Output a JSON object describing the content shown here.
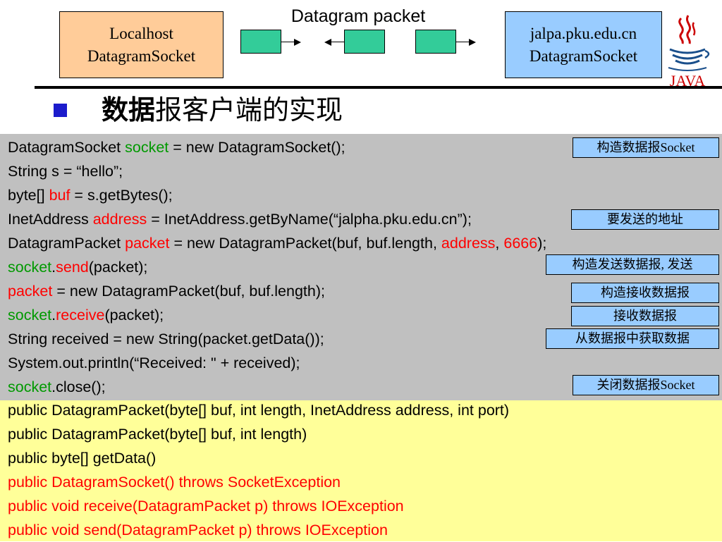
{
  "diagram": {
    "packet_label": "Datagram packet",
    "left_box": {
      "line1": "Localhost",
      "line2": "DatagramSocket",
      "color": "#ffcc99"
    },
    "right_box": {
      "line1": "jalpa.pku.edu.cn",
      "line2": "DatagramSocket",
      "color": "#99ccff"
    },
    "packet_color": "#33cc99"
  },
  "logo": {
    "text": "JAVA"
  },
  "slide": {
    "title_bold": "数据",
    "title_rest": "报客户端的实现",
    "bullet_color": "#1c1ccc"
  },
  "code": [
    {
      "segments": [
        {
          "t": "DatagramSocket ",
          "c": ""
        },
        {
          "t": "socket",
          "c": "g"
        },
        {
          "t": " = new DatagramSocket();",
          "c": ""
        }
      ]
    },
    {
      "segments": [
        {
          "t": "String s = “hello”;",
          "c": ""
        }
      ]
    },
    {
      "segments": [
        {
          "t": "byte[] ",
          "c": ""
        },
        {
          "t": "buf",
          "c": "r"
        },
        {
          "t": " = s.getBytes();",
          "c": ""
        }
      ]
    },
    {
      "segments": [
        {
          "t": "InetAddress ",
          "c": ""
        },
        {
          "t": "address",
          "c": "r"
        },
        {
          "t": " = InetAddress.getByName(“jalpha.pku.edu.cn”);",
          "c": ""
        }
      ]
    },
    {
      "segments": [
        {
          "t": "DatagramPacket ",
          "c": ""
        },
        {
          "t": "packet",
          "c": "r"
        },
        {
          "t": " = new DatagramPacket(buf, buf.length, ",
          "c": ""
        },
        {
          "t": "address",
          "c": "r"
        },
        {
          "t": ", ",
          "c": ""
        },
        {
          "t": "6666",
          "c": "r"
        },
        {
          "t": ");",
          "c": ""
        }
      ]
    },
    {
      "segments": [
        {
          "t": "socket",
          "c": "g"
        },
        {
          "t": ".",
          "c": ""
        },
        {
          "t": "send",
          "c": "r"
        },
        {
          "t": "(packet);",
          "c": ""
        }
      ]
    },
    {
      "segments": [
        {
          "t": "packet",
          "c": "r"
        },
        {
          "t": " = new DatagramPacket(buf, buf.length);",
          "c": ""
        }
      ]
    },
    {
      "segments": [
        {
          "t": "socket",
          "c": "g"
        },
        {
          "t": ".",
          "c": ""
        },
        {
          "t": "receive",
          "c": "r"
        },
        {
          "t": "(packet);",
          "c": ""
        }
      ]
    },
    {
      "segments": [
        {
          "t": "String received = new String(packet.getData());",
          "c": ""
        }
      ]
    },
    {
      "segments": [
        {
          "t": "System.out.println(“Received: \" + received);",
          "c": ""
        }
      ]
    },
    {
      "segments": [
        {
          "t": "socket",
          "c": "g"
        },
        {
          "t": ".close();",
          "c": ""
        }
      ]
    }
  ],
  "notes": [
    "构造数据报Socket",
    "要发送的地址",
    "构造发送数据报, 发送",
    "构造接收数据报",
    "接收数据报",
    "从数据报中获取数据",
    "关闭数据报Socket"
  ],
  "api": [
    {
      "text": "public DatagramPacket(byte[] buf, int length, InetAddress address, int port)",
      "color": "#000000"
    },
    {
      "text": "public DatagramPacket(byte[] buf, int length)",
      "color": "#000000"
    },
    {
      "text": "public byte[] getData()",
      "color": "#000000"
    },
    {
      "text": "public DatagramSocket() throws SocketException",
      "color": "#ff0000"
    },
    {
      "text": "public void receive(DatagramPacket p) throws IOException",
      "color": "#ff0000"
    },
    {
      "text": "public void send(DatagramPacket p) throws IOException",
      "color": "#ff0000"
    }
  ],
  "colors": {
    "code_bg": "#c0c0c0",
    "api_bg": "#ffff99",
    "keyword_green": "#009900",
    "keyword_red": "#ff0000"
  }
}
